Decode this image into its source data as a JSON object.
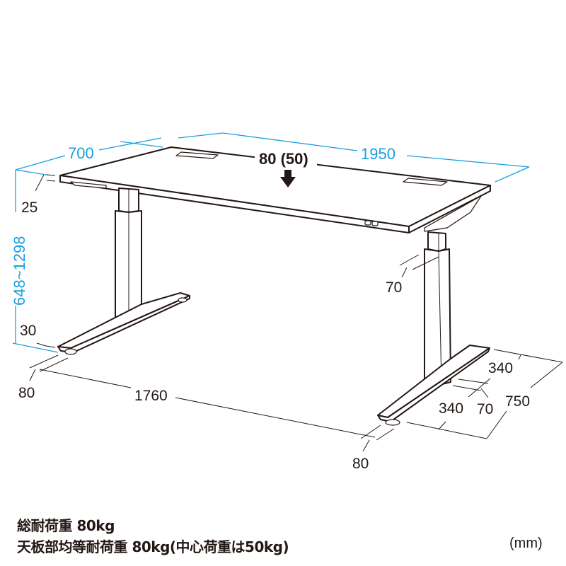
{
  "diagram": {
    "type": "product-dimension-drawing",
    "subject": "electric height-adjustable desk",
    "unit": "(mm)",
    "colors": {
      "dimension_blue": "#1a9fe0",
      "line_black": "#231815",
      "background": "#ffffff"
    },
    "dimensions": {
      "depth": "700",
      "width": "1950",
      "height_range": "648~1298",
      "top_thickness": "25",
      "foot_height": "30",
      "foot_width_left": "80",
      "leg_spacing": "1760",
      "column_width": "70",
      "foot_front_half": "340",
      "foot_rear_half": "340",
      "foot_column_depth": "70",
      "foot_length": "750",
      "foot_width_right": "80"
    },
    "load_marker": {
      "label": "80 (50)",
      "icon": "down-arrow-icon"
    }
  },
  "captions": {
    "line1": "総耐荷重 80kg",
    "line2": "天板部均等耐荷重 80kg(中心荷重は50kg)"
  }
}
